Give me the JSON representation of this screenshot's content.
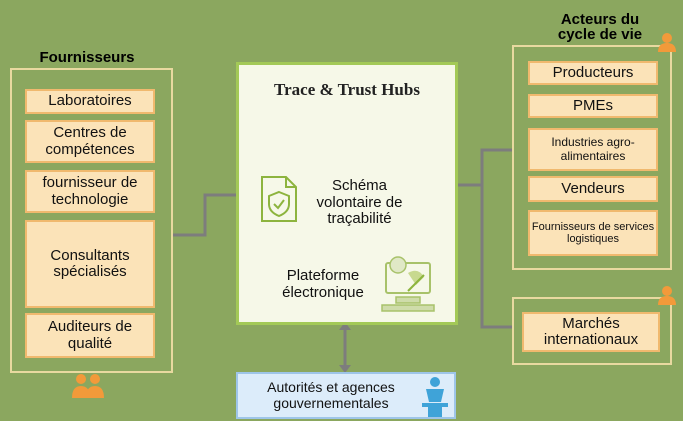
{
  "fournisseurs": {
    "title": "Fournisseurs",
    "items": [
      "Laboratoires",
      "Centres de compétences",
      "fournisseur de technologie",
      "Consultants spécialisés",
      "Auditeurs de qualité"
    ]
  },
  "hub": {
    "title": "Trace & Trust Hubs",
    "scheme": "Schéma volontaire de traçabilité",
    "platform": "Plateforme électronique"
  },
  "acteurs": {
    "title_line1": "Acteurs   du",
    "title_line2": "cycle de vie",
    "items": [
      "Producteurs",
      "PMEs",
      "Industries agro-alimentaires",
      "Vendeurs",
      "Fournisseurs de services logistiques"
    ]
  },
  "marches": {
    "label": "Marchés internationaux"
  },
  "gov": {
    "label": "Autorités et agences gouvernementales"
  },
  "colors": {
    "background": "#8ba75f",
    "item_fill": "#fbe3b8",
    "item_border": "#f0b96e",
    "hub_border": "#a3c957",
    "gov_fill": "#dcecfa",
    "icon_orange": "#f29a3a"
  }
}
